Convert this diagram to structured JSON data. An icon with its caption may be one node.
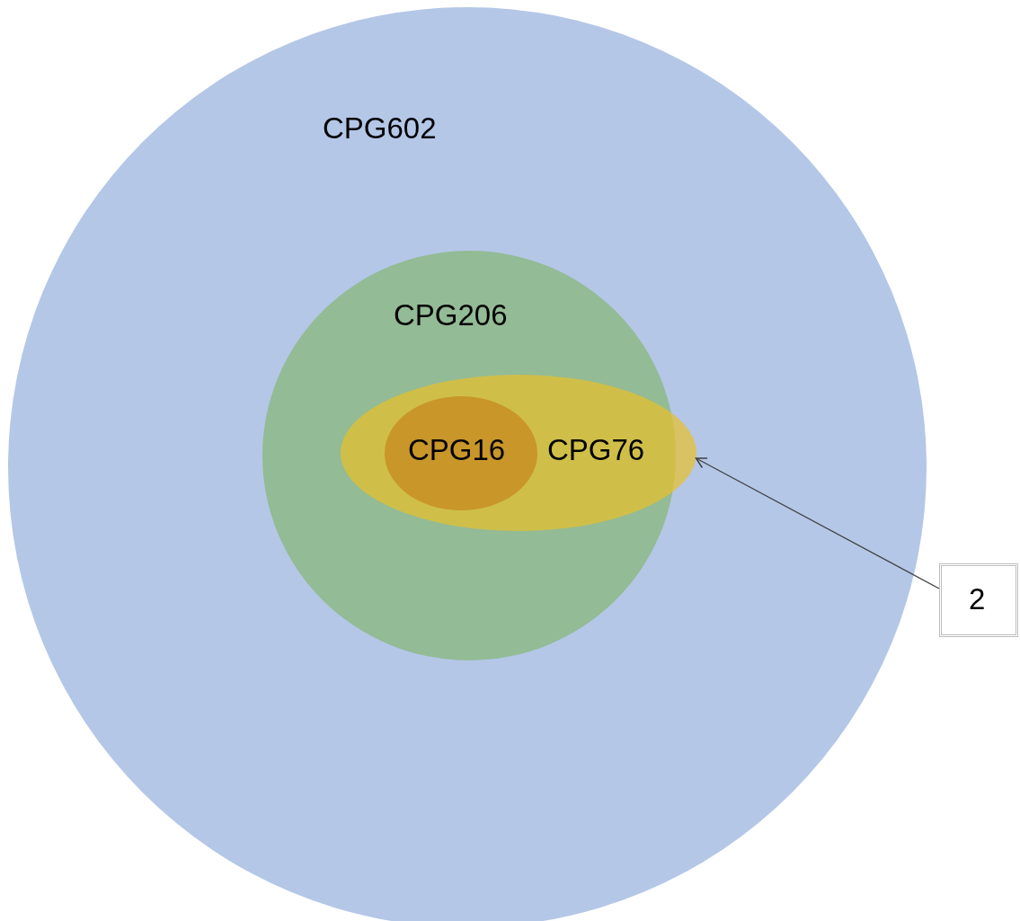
{
  "diagram": {
    "nodes": [
      {
        "text": [
          "CPG602"
        ]
      },
      {
        "text": [
          "CPG206"
        ],
        "in": 0
      },
      {
        "text": [
          "CPG76"
        ],
        "in": 0
      },
      {
        "text": [
          "CPG16"
        ],
        "in": 2
      },
      {
        "text": [
          "2"
        ]
      }
    ],
    "edges": [
      {
        "from": 4,
        "to": 2,
        "arrow": "to"
      }
    ]
  }
}
